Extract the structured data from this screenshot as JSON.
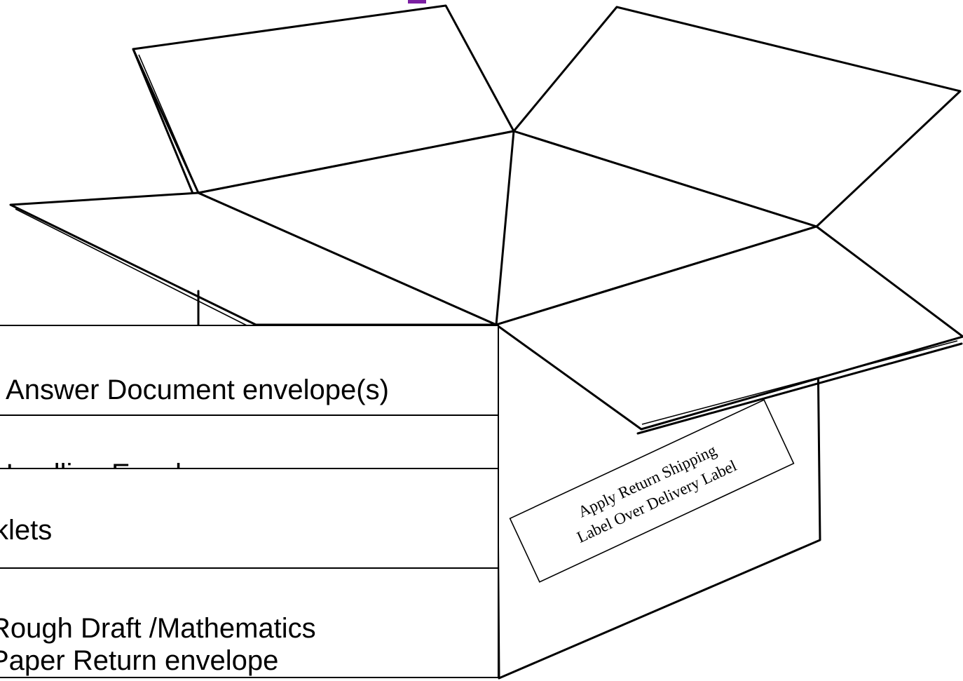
{
  "box_layers": [
    "f Answer Document envelope(s)",
    "Handling Envelope",
    "klets",
    "Rough Draft /Mathematics\nPaper Return envelope"
  ],
  "shipping_label": {
    "line1": "Apply Return Shipping",
    "line2": "Label Over Delivery Label"
  },
  "colors": {
    "stroke": "#000000",
    "background": "#ffffff",
    "title_fragment": "#7b1fa2"
  }
}
